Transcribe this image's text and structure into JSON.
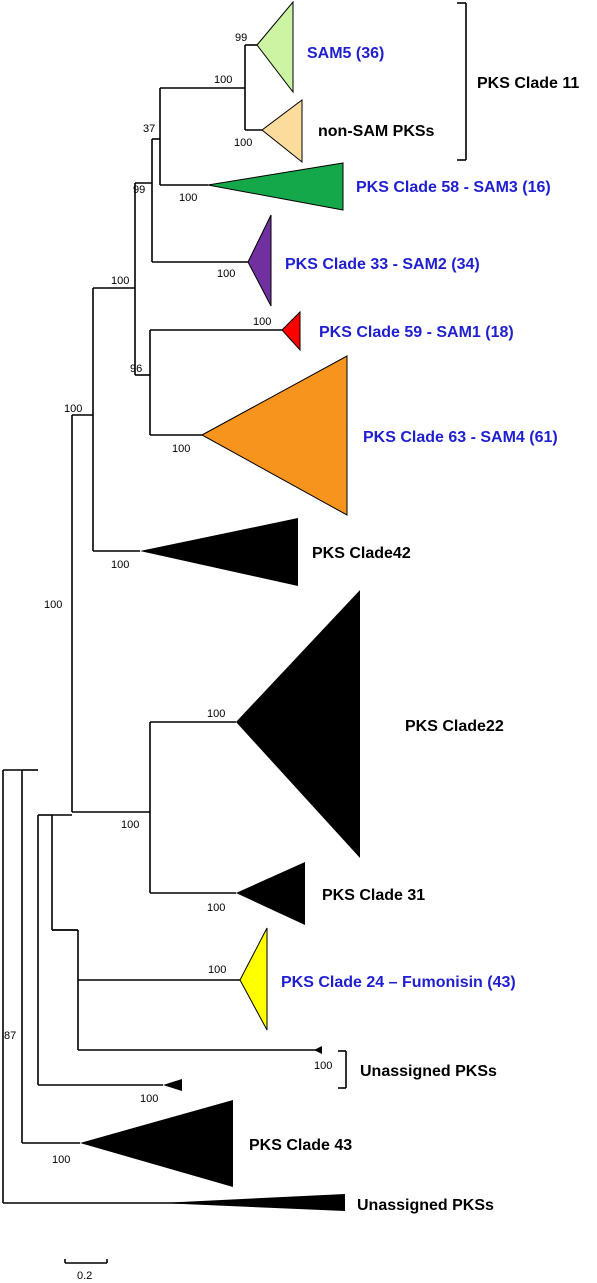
{
  "colors": {
    "blue_label": "#1f1fd1",
    "sam5": "#ccf5a3",
    "nonsam": "#fbdc9c",
    "sam3": "#15a84b",
    "sam2": "#7030a0",
    "sam1": "#ff0000",
    "sam4": "#f7941d",
    "fumonisin": "#ffff00",
    "black": "#000000"
  },
  "clades": {
    "sam5": "SAM5 (36)",
    "nonsam": "non-SAM PKSs",
    "clade11": "PKS Clade 11",
    "sam3": "PKS Clade 58 - SAM3 (16)",
    "sam2": "PKS Clade 33 - SAM2 (34)",
    "sam1": "PKS Clade 59 - SAM1 (18)",
    "sam4": "PKS Clade 63 - SAM4 (61)",
    "clade42": "PKS Clade42",
    "clade22": "PKS Clade22",
    "clade31": "PKS Clade 31",
    "clade24": "PKS Clade 24 – Fumonisin (43)",
    "unassigned1": "Unassigned PKSs",
    "clade43": "PKS Clade 43",
    "unassigned2": "Unassigned PKSs"
  },
  "bootstrap": {
    "b_sam5": "99",
    "b_samgroup": "100",
    "b_nonsam": "100",
    "b_37": "37",
    "b_sam3": "100",
    "b_99": "99",
    "b_sam2": "100",
    "b_upper": "100",
    "b_sam1": "100",
    "b_96": "96",
    "b_sam4": "100",
    "b_main": "100",
    "b_clade42": "100",
    "b_big": "100",
    "b_clade22": "100",
    "b_22_31": "100",
    "b_clade31": "100",
    "b_clade24": "100",
    "b_unassigned1": "100",
    "b_leaf": "100",
    "b_clade43": "100",
    "b_87": "87"
  },
  "scale": {
    "label": "0.2"
  }
}
